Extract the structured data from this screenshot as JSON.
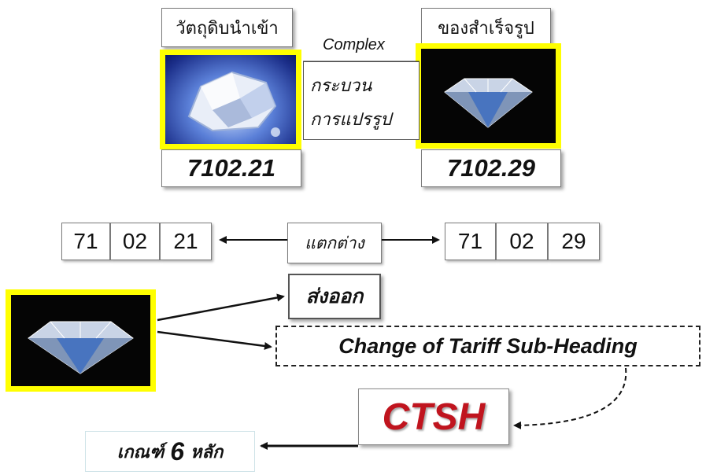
{
  "raw_material_label": "วัตถุดิบนำเข้า",
  "finished_goods_label": "ของสำเร็จรูป",
  "complex_label": "Complex",
  "process_line1": "กระบวน",
  "process_line2": "การแปรรูป",
  "raw_code": "7102.21",
  "finished_code": "7102.29",
  "left_digits": [
    "71",
    "02",
    "21"
  ],
  "right_digits": [
    "71",
    "02",
    "29"
  ],
  "difference_label": "แตกต่าง",
  "export_label": "ส่งออก",
  "ctsh_full": "Change of Tariff Sub-Heading",
  "ctsh_abbr": "CTSH",
  "criterion_prefix": "เกณฑ์",
  "criterion_number": "6",
  "criterion_suffix": "หลัก",
  "colors": {
    "highlight_border": "#ffff00",
    "ctsh_red": "#c0141e"
  }
}
